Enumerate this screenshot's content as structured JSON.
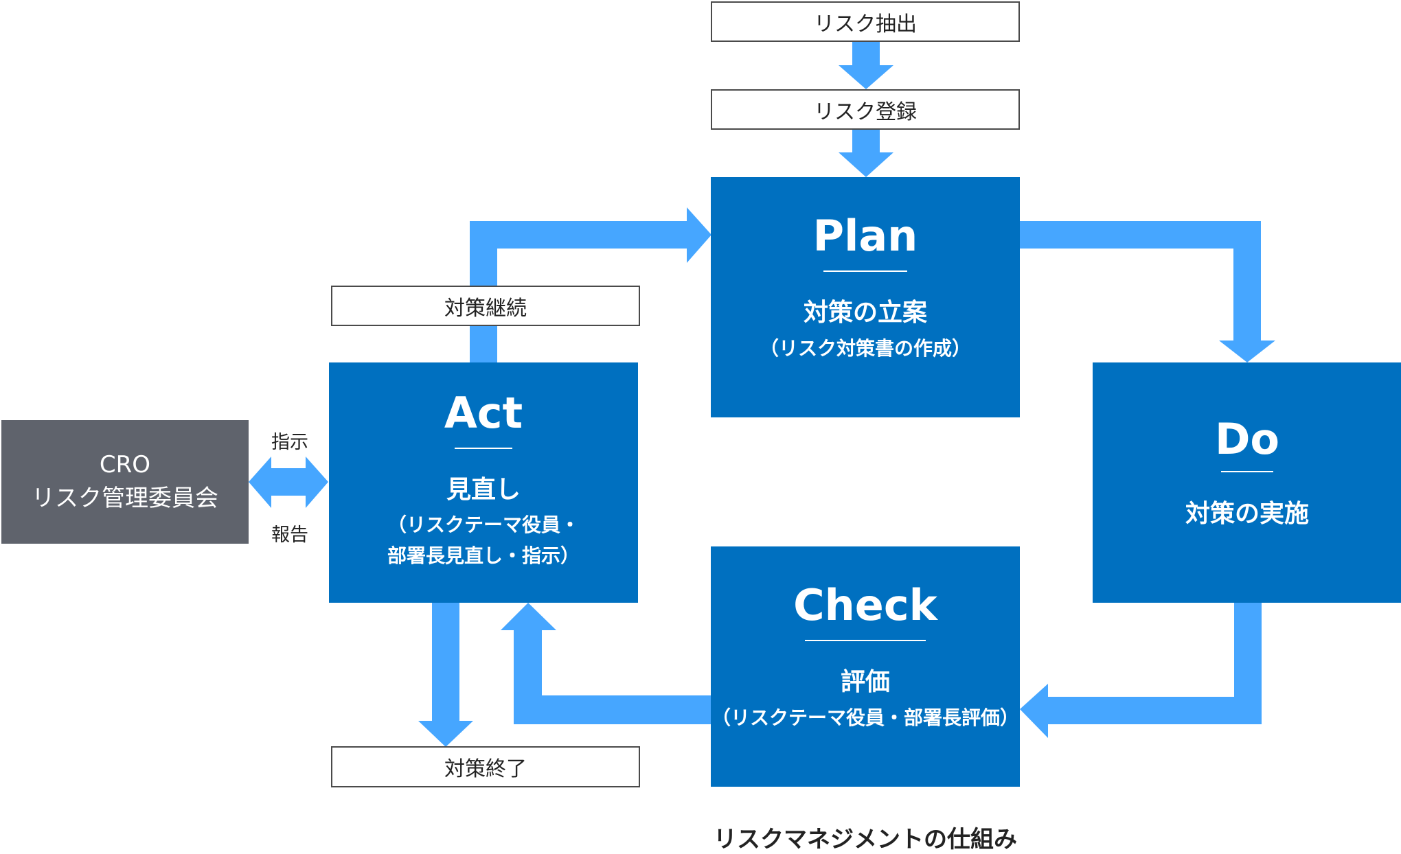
{
  "diagram": {
    "caption": "リスクマネジメントの仕組み",
    "labels": {
      "extract": "リスク抽出",
      "register": "リスク登録",
      "continue": "対策継続",
      "end": "対策終了"
    },
    "plan": {
      "title": "Plan",
      "subtitle": "対策の立案",
      "note": "（リスク対策書の作成）"
    },
    "do": {
      "title": "Do",
      "subtitle": "対策の実施"
    },
    "check": {
      "title": "Check",
      "subtitle": "評価",
      "note": "（リスクテーマ役員・部署長評価）"
    },
    "act": {
      "title": "Act",
      "subtitle": "見直し",
      "note_line1": "（リスクテーマ役員・",
      "note_line2": "部署長見直し・指示）"
    },
    "cro": {
      "line1": "CRO",
      "line2": "リスク管理委員会"
    },
    "link_labels": {
      "instruction": "指示",
      "report": "報告"
    },
    "colors": {
      "phase_box": "#0070c0",
      "arrow": "#46a6ff",
      "cro_box": "#5f636c",
      "label_border": "#4a4a4a"
    }
  }
}
